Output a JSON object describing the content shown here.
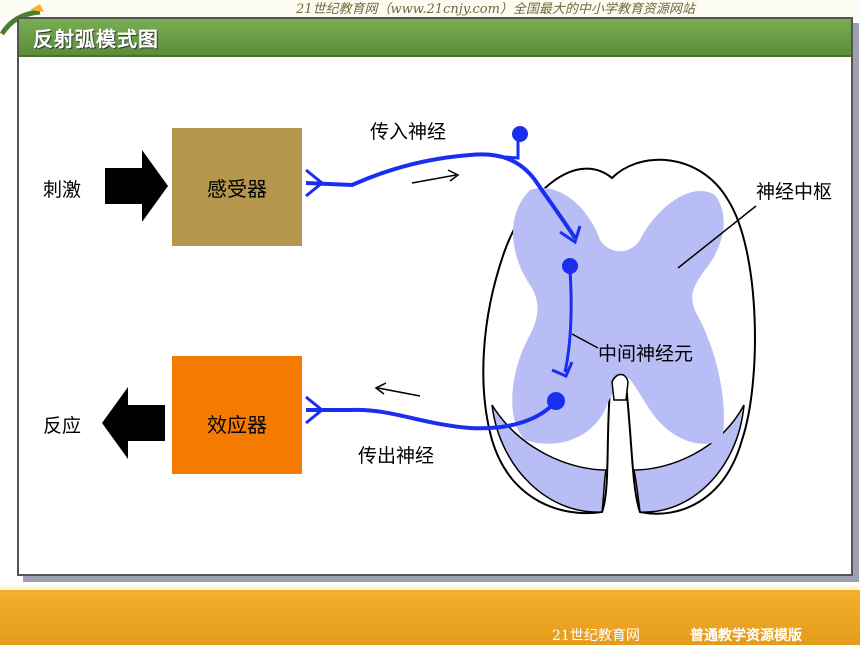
{
  "header_banner": "21世纪教育网（www.21cnjy.com）全国最大的中小学教育资源网站",
  "slide": {
    "title": "反射弧模式图"
  },
  "diagram": {
    "stimulus": "刺激",
    "receptor": "感受器",
    "afferent_nerve": "传入神经",
    "nerve_center": "神经中枢",
    "interneuron": "中间神经元",
    "effector": "效应器",
    "efferent_nerve": "传出神经",
    "response": "反应"
  },
  "footer": {
    "brand": "21世纪教育网",
    "template": "普通教学资源模版"
  },
  "colors": {
    "header_green": "#6a9e45",
    "receptor_box": "#b5964a",
    "effector_box": "#f57a00",
    "nerve_blue": "#1a2ef0",
    "gray_matter": "#b8bdf5",
    "footer_orange": "#eea523"
  }
}
